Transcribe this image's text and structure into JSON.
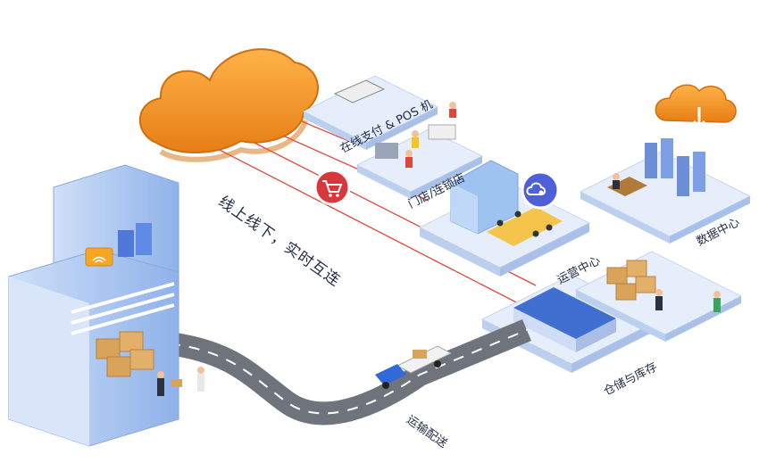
{
  "labels": {
    "online_pay": "在线支付 & POS 机",
    "stores": "门店/连锁店",
    "slogan": "线上线下，实时互连",
    "ops_center": "运营中心",
    "data_center": "数据中心",
    "warehouse": "仓储与库存",
    "transport": "运输配送"
  },
  "colors": {
    "cloud": "#f39a2a",
    "platform": "#dbe8f9",
    "building": "#a9c7f2",
    "road": "#6f737b",
    "line": "#e0453a",
    "badge": "#d9363e",
    "ops_badge": "#4e5fd8"
  },
  "icons": [
    "cloud-icon",
    "cart-icon",
    "cloud-gear-icon",
    "cloud-download-icon",
    "wifi-icon"
  ]
}
